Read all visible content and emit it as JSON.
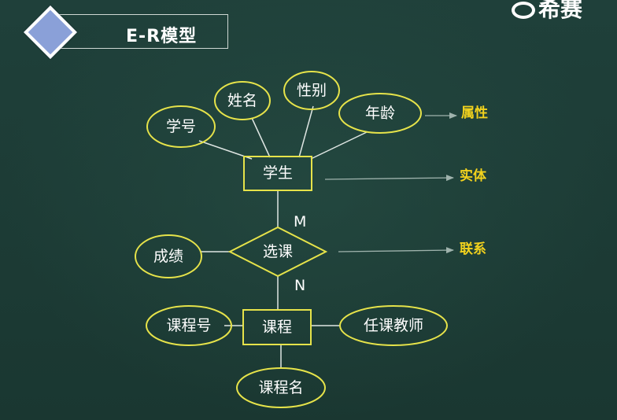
{
  "title": "E-R模型",
  "brand": "希赛",
  "attributes": {
    "student_id": "学号",
    "name": "姓名",
    "gender": "性别",
    "age": "年龄",
    "grade": "成绩",
    "course_id": "课程号",
    "teacher": "任课教师",
    "course_name": "课程名"
  },
  "entities": {
    "student": "学生",
    "course": "课程"
  },
  "relationship": {
    "label": "选课"
  },
  "cardinality": {
    "student_side": "M",
    "course_side": "N"
  },
  "legend": {
    "attribute": "属性",
    "entity": "实体",
    "relationship": "联系"
  },
  "colors": {
    "shape_stroke": "#e6e34a",
    "legend_text": "#f2d21d",
    "line": "#dfe6e3",
    "background": "#1c3b34"
  }
}
